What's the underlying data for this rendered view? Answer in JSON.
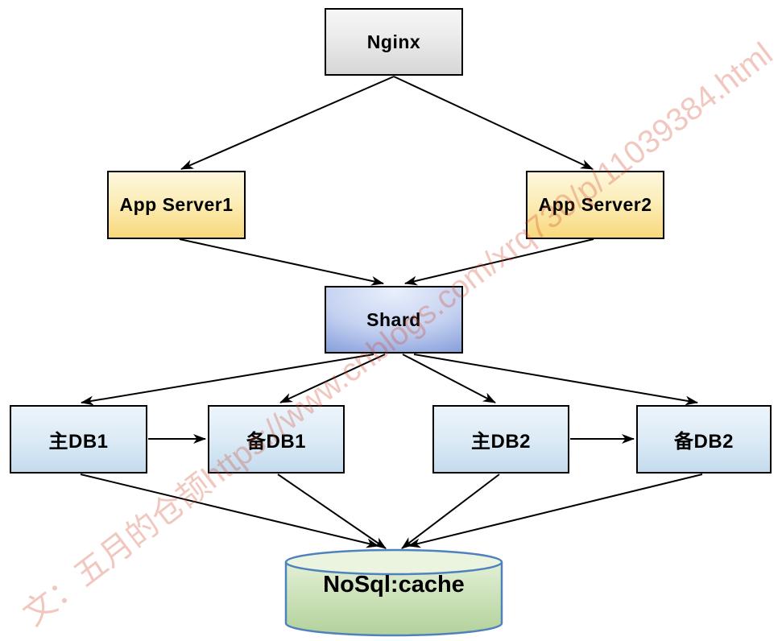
{
  "diagram": {
    "nodes": {
      "nginx": {
        "label": "Nginx"
      },
      "app_server1": {
        "label": "App Server1"
      },
      "app_server2": {
        "label": "App Server2"
      },
      "shard": {
        "label": "Shard"
      },
      "master_db1": {
        "label": "主DB1"
      },
      "slave_db1": {
        "label": "备DB1"
      },
      "master_db2": {
        "label": "主DB2"
      },
      "slave_db2": {
        "label": "备DB2"
      },
      "nosql_cache": {
        "label": "NoSql:cache"
      }
    },
    "edges": [
      {
        "from": "nginx",
        "to": "app_server1"
      },
      {
        "from": "nginx",
        "to": "app_server2"
      },
      {
        "from": "app_server1",
        "to": "shard"
      },
      {
        "from": "app_server2",
        "to": "shard"
      },
      {
        "from": "shard",
        "to": "master_db1"
      },
      {
        "from": "shard",
        "to": "slave_db1"
      },
      {
        "from": "shard",
        "to": "master_db2"
      },
      {
        "from": "shard",
        "to": "slave_db2"
      },
      {
        "from": "master_db1",
        "to": "slave_db1"
      },
      {
        "from": "master_db2",
        "to": "slave_db2"
      },
      {
        "from": "master_db1",
        "to": "nosql_cache"
      },
      {
        "from": "slave_db1",
        "to": "nosql_cache"
      },
      {
        "from": "master_db2",
        "to": "nosql_cache"
      },
      {
        "from": "slave_db2",
        "to": "nosql_cache"
      }
    ],
    "watermark": {
      "text": "文：五月的仓颉https://www.cnblogs.com/xrq730/p/11039384.html",
      "color": "#e05a3c"
    },
    "colors": {
      "nginx_fill_top": "#f6f6f6",
      "nginx_fill_bottom": "#d6d6d6",
      "app_fill_top": "#fdf6dc",
      "app_fill_bottom": "#f8d87b",
      "shard_fill_light": "#e9effb",
      "shard_fill_dark": "#4e70bd",
      "db_fill_top": "#edf4fb",
      "db_fill_bottom": "#c4dbed",
      "cache_fill_top": "#eaf4df",
      "cache_fill_bottom": "#b2d19a",
      "cache_border": "#4f81bd",
      "edge_stroke": "#000000",
      "node_border": "#000000"
    }
  }
}
